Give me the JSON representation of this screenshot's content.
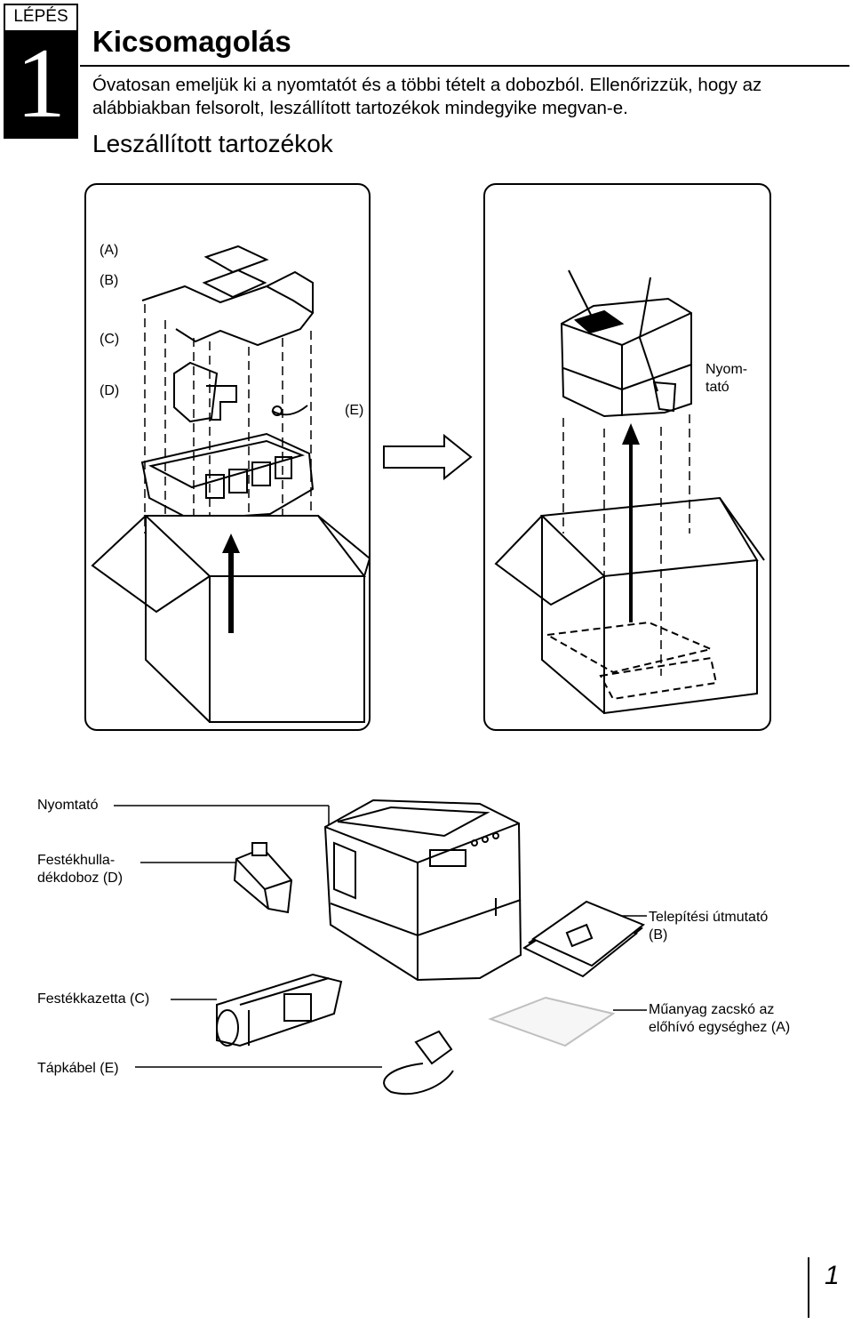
{
  "step": {
    "label": "LÉPÉS",
    "number": "1"
  },
  "title": "Kicsomagolás",
  "intro_line1": "Óvatosan emeljük ki a nyomtatót és a többi tételt a dobozból. Ellenőrizzük, hogy az",
  "intro_line2": "alábbiakban felsorolt, leszállított tartozékok mindegyike megvan-e.",
  "subtitle": "Leszállított tartozékok",
  "panel_left": {
    "labels": {
      "a": "(A)",
      "b": "(B)",
      "c": "(C)",
      "d": "(D)",
      "e": "(E)"
    }
  },
  "panel_right": {
    "printer_label_line1": "Nyom-",
    "printer_label_line2": "tató"
  },
  "items": {
    "printer": "Nyomtató",
    "waste_box_line1": "Festékhulla-",
    "waste_box_line2": "dékdoboz (D)",
    "guide_line1": "Telepítési útmutató",
    "guide_line2": "(B)",
    "toner": "Festékkazetta (C)",
    "bag_line1": "Műanyag zacskó az",
    "bag_line2": "előhívó egységhez (A)",
    "power_cable": "Tápkábel (E)"
  },
  "page_number": "1",
  "colors": {
    "ink": "#000000",
    "paper": "#ffffff",
    "gray": "#bfbfbf"
  },
  "icons": [
    "arrow-right-icon",
    "arrow-up-icon",
    "box-icon",
    "printer-icon",
    "toner-icon",
    "cable-icon",
    "manual-icon",
    "bag-icon"
  ]
}
